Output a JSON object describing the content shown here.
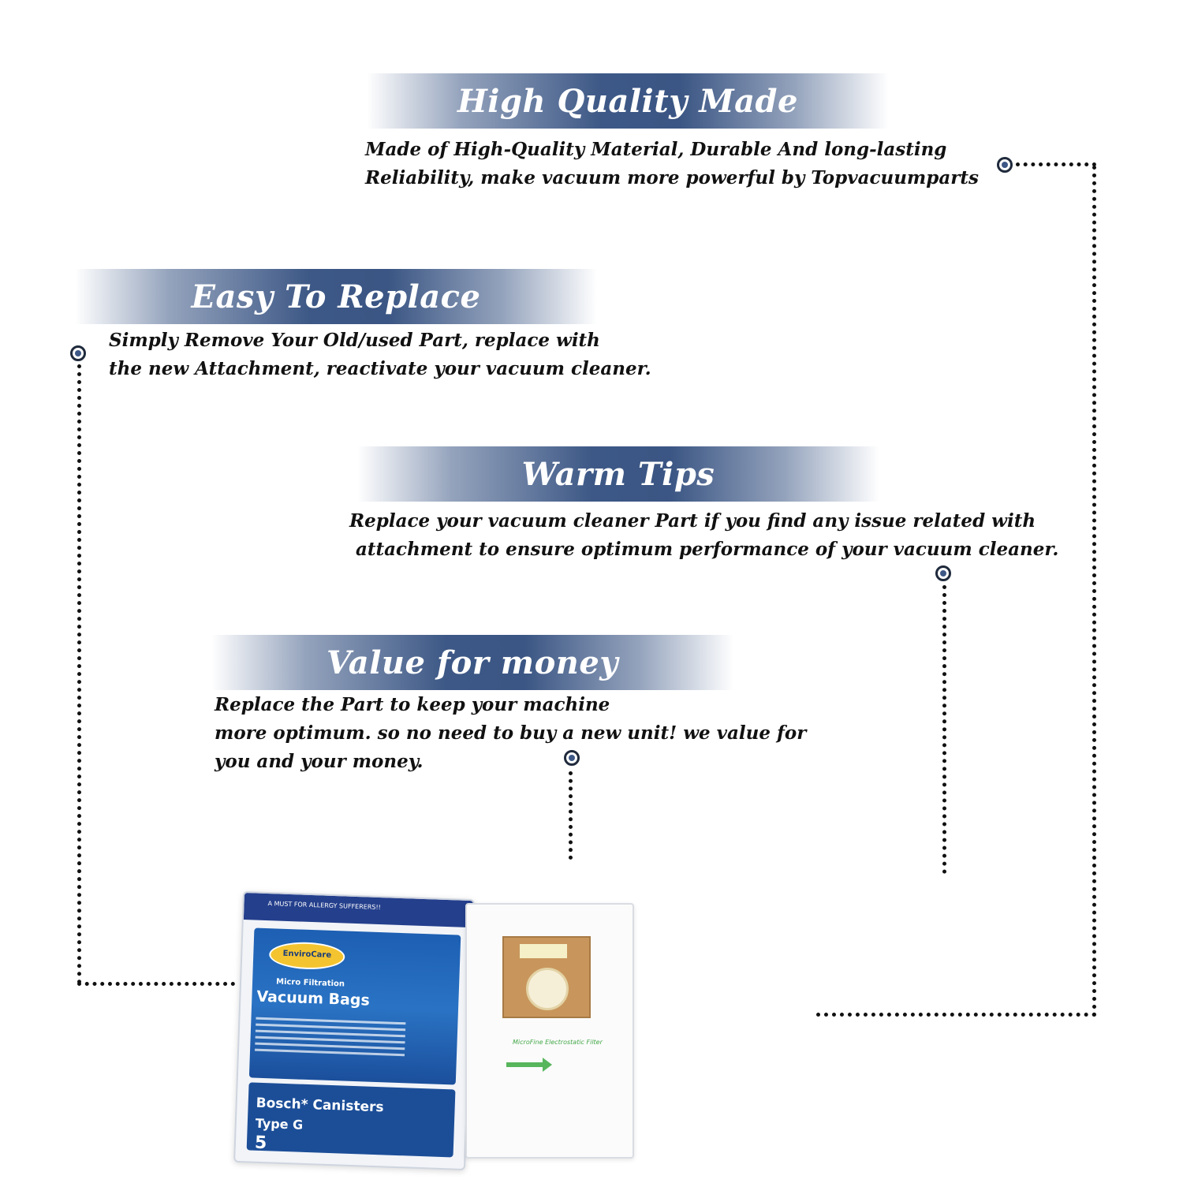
{
  "sections": [
    {
      "title": "High Quality Made",
      "lines": [
        "Made of  High-Quality Material, Durable And long-lasting",
        "Reliability, make vacuum more powerful by Topvacuumparts"
      ]
    },
    {
      "title": "Easy To Replace",
      "lines": [
        "Simply Remove Your Old/used Part, replace with",
        "the new Attachment, reactivate your vacuum cleaner."
      ]
    },
    {
      "title": "Warm Tips",
      "lines": [
        "Replace your vacuum cleaner Part if you find any issue related with",
        " attachment to ensure optimum performance of your vacuum cleaner."
      ]
    },
    {
      "title": "Value for money",
      "lines": [
        "Replace the Part to keep your machine",
        "more optimum. so no need to buy a new unit! we value for",
        "you and your money."
      ]
    }
  ],
  "product": {
    "top_text": "A MUST FOR ALLERGY SUFFERERS!!",
    "logo": "EnviroCare",
    "subtitle": "Micro Filtration",
    "name": "Vacuum Bags",
    "brand": "Bosch* Canisters",
    "type": "Type G",
    "count": "5",
    "filter_text": "MicroFine Electrostatic Filter"
  },
  "colors": {
    "banner": "#3d5886",
    "text": "#111111",
    "marker": "#3d5886"
  }
}
